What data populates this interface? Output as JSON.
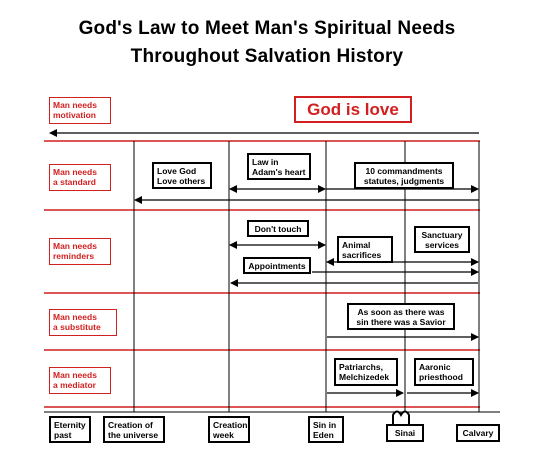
{
  "title": {
    "line1": "God's Law to Meet Man's Spiritual Needs",
    "line2": "Throughout Salvation History"
  },
  "highlight": "God is love",
  "colors": {
    "accent": "#d21f1f",
    "ink": "#000000"
  },
  "rows": [
    {
      "id": "motivation",
      "label": [
        "Man needs",
        "motivation"
      ]
    },
    {
      "id": "standard",
      "label": [
        "Man needs",
        "a standard"
      ]
    },
    {
      "id": "reminders",
      "label": [
        "Man needs",
        "reminders"
      ]
    },
    {
      "id": "substitute",
      "label": [
        "Man needs",
        "a substitute"
      ]
    },
    {
      "id": "mediator",
      "label": [
        "Man needs",
        "a mediator"
      ]
    }
  ],
  "boxes": {
    "love_god": [
      "Love God",
      "Love others"
    ],
    "adams_heart": [
      "Law in",
      "Adam's heart"
    ],
    "ten_commandments": [
      "10 commandments",
      "statutes, judgments"
    ],
    "dont_touch": [
      "Don't touch"
    ],
    "appointments": [
      "Appointments"
    ],
    "animal_sacrifices": [
      "Animal",
      "sacrifices"
    ],
    "sanctuary": [
      "Sanctuary",
      "services"
    ],
    "savior": [
      "As soon as there was",
      "sin there was a Savior"
    ],
    "patriarchs": [
      "Patriarchs,",
      "Melchizedek"
    ],
    "aaronic": [
      "Aaronic",
      "priesthood"
    ]
  },
  "timeline": [
    {
      "id": "eternity",
      "label": [
        "Eternity",
        "past"
      ]
    },
    {
      "id": "creation-universe",
      "label": [
        "Creation of",
        "the universe"
      ]
    },
    {
      "id": "creation-week",
      "label": [
        "Creation",
        "week"
      ]
    },
    {
      "id": "sin-eden",
      "label": [
        "Sin in",
        "Eden"
      ]
    },
    {
      "id": "sinai",
      "label": [
        "Sinai"
      ]
    },
    {
      "id": "calvary",
      "label": [
        "Calvary"
      ]
    }
  ]
}
